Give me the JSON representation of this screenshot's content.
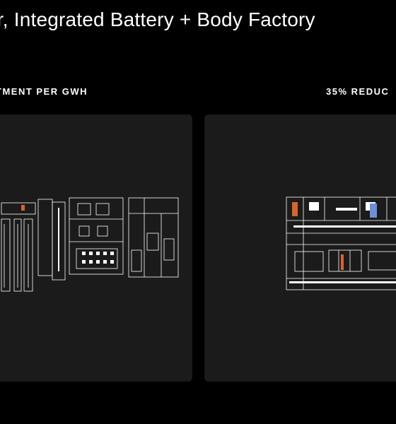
{
  "title": "er, Integrated Battery + Body Factory",
  "left_panel": {
    "label": "TMENT PER GWH",
    "drawing_icon": "factory-floorplan-drawing"
  },
  "right_panel": {
    "label": "35% REDUC",
    "drawing_icon": "integrated-factory-floorplan-drawing"
  },
  "colors": {
    "background": "#000000",
    "panel": "#1b1b1b",
    "line": "#ffffff",
    "accent_orange": "#d9642b",
    "accent_blue": "#6d8fd8"
  }
}
